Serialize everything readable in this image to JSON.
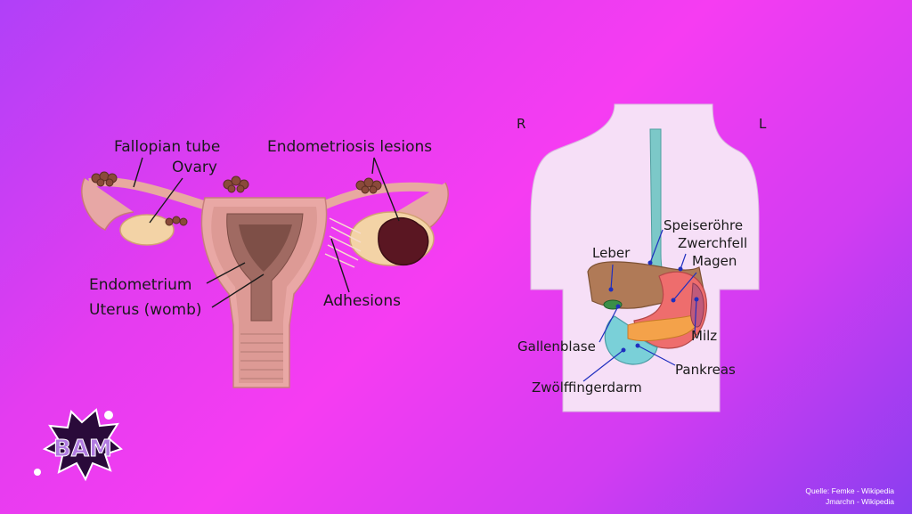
{
  "uterus_diagram": {
    "labels": {
      "fallopian_tube": "Fallopian tube",
      "ovary": "Ovary",
      "endometriosis_lesions": "Endometriosis lesions",
      "endometrium": "Endometrium",
      "uterus": "Uterus (womb)",
      "adhesions": "Adhesions"
    }
  },
  "torso_diagram": {
    "side_right": "R",
    "side_left": "L",
    "labels": {
      "speiseroehre": "Speiseröhre",
      "zwerchfell": "Zwerchfell",
      "leber": "Leber",
      "magen": "Magen",
      "milz": "Milz",
      "gallenblase": "Gallenblase",
      "pankreas": "Pankreas",
      "zwoelffingerdarm": "Zwölffingerdarm"
    }
  },
  "logo": {
    "text": "BAM"
  },
  "source": {
    "line1": "Quelle: Femke - Wikipedia",
    "line2": "Jmarchn - Wikipedia"
  }
}
